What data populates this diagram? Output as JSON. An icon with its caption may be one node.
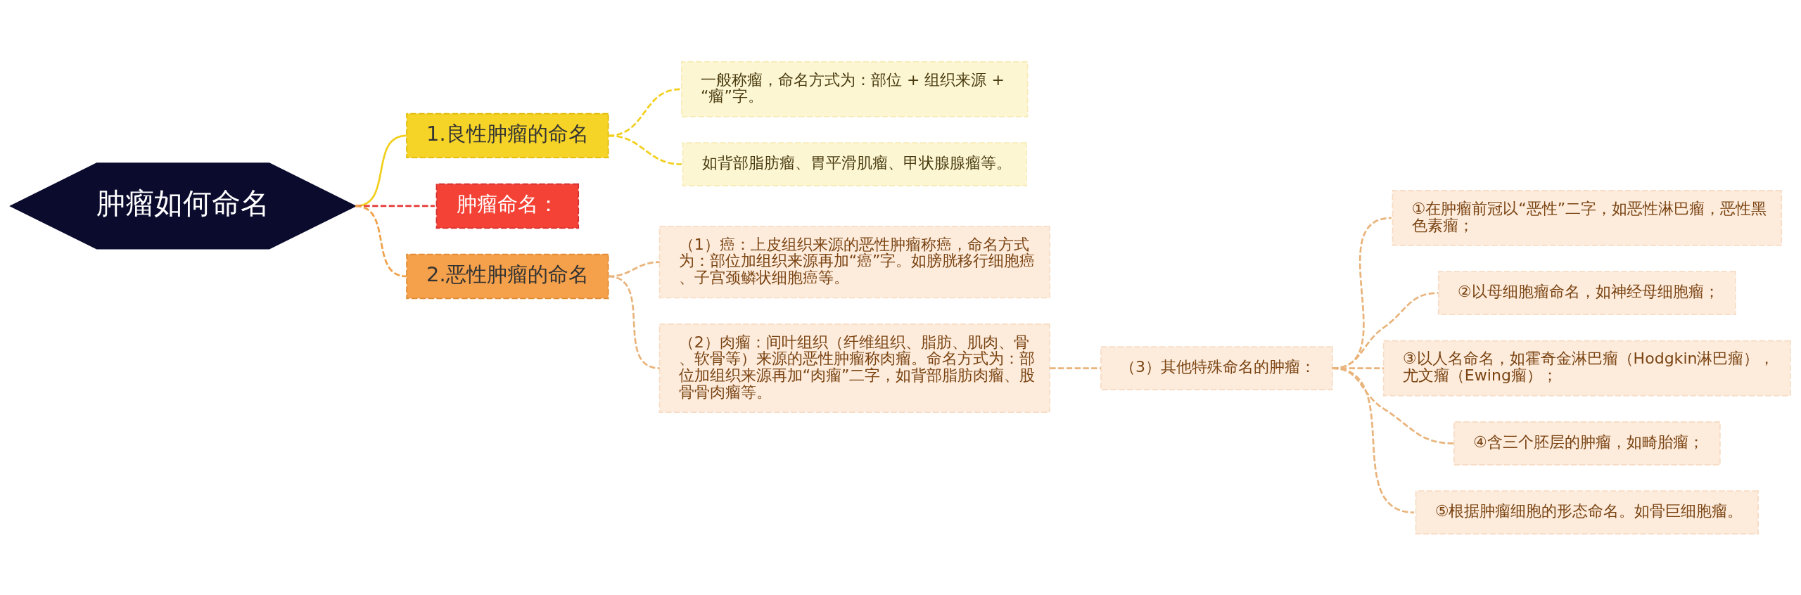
{
  "diagram": {
    "nodes": [
      {
        "text": [
          "肿瘤如何命名"
        ]
      },
      {
        "text": [
          "1.良性肿瘤的命名"
        ]
      },
      {
        "text": [
          "一般称瘤，命名方式为：部位 + 组织来源 + “瘤”字。"
        ]
      },
      {
        "text": [
          "如背部脂肪瘤、胃平滑肌瘤、甲状腺腺瘤等。"
        ]
      },
      {
        "text": [
          "肿瘤命名："
        ]
      },
      {
        "text": [
          "2.恶性肿瘤的命名"
        ]
      },
      {
        "text": [
          "（1）癌：上皮组织来源的恶性肿瘤称癌，命名方式为：部位加组织来源再加“癌”字。如膀胱移行细胞癌、子宫颈鳞状细胞癌等。"
        ]
      },
      {
        "text": [
          "（2）肉瘤：间叶组织（纤维组织、脂肪、肌肉、骨、软骨等）来源的恶性肿瘤称肉瘤。命名方式为：部位加组织来源再加“肉瘤”二字，如背部脂肪肉瘤、股骨骨肉瘤等。"
        ]
      },
      {
        "text": [
          "（3）其他特殊命名的肿瘤："
        ]
      },
      {
        "text": [
          "①在肿瘤前冠以“恶性”二字，如恶性淋巴瘤，恶性黑色素瘤；"
        ]
      },
      {
        "text": [
          "②以母细胞瘤命名，如神经母细胞瘤；"
        ]
      },
      {
        "text": [
          "③以人名命名，如霍奇金淋巴瘤（Hodgkin淋巴瘤），尤文瘤（Ewing瘤）；"
        ]
      },
      {
        "text": [
          "④含三个胚层的肿瘤，如畸胎瘤；"
        ]
      },
      {
        "text": [
          "⑤根据肿瘤细胞的形态命名。如骨巨细胞瘤。"
        ]
      }
    ],
    "edges": [
      {
        "from": 0,
        "to": 1,
        "arrow": "none",
        "color": "#f2cf1d"
      },
      {
        "from": 1,
        "to": 2,
        "arrow": "none",
        "style": "dashed",
        "color": "#f2cf1d"
      },
      {
        "from": 1,
        "to": 3,
        "arrow": "none",
        "style": "dashed",
        "color": "#f2cf1d"
      },
      {
        "from": 0,
        "to": 4,
        "arrow": "none",
        "style": "dashed",
        "color": "#e53935"
      },
      {
        "from": 0,
        "to": 5,
        "arrow": "none",
        "style": "dashed",
        "color": "#f0a04b"
      },
      {
        "from": 5,
        "to": 6,
        "arrow": "none",
        "style": "dashed"
      },
      {
        "from": 5,
        "to": 7,
        "arrow": "none",
        "style": "dashed"
      },
      {
        "from": 7,
        "to": 8,
        "arrow": "none",
        "style": "dashed"
      },
      {
        "from": 8,
        "to": 9,
        "arrow": "none",
        "style": "dashed"
      },
      {
        "from": 8,
        "to": 10,
        "arrow": "none",
        "style": "dashed"
      },
      {
        "from": 8,
        "to": 11,
        "arrow": "none",
        "style": "dashed"
      },
      {
        "from": 8,
        "to": 12,
        "arrow": "none",
        "style": "dashed"
      },
      {
        "from": 8,
        "to": 13,
        "arrow": "none",
        "style": "dashed"
      }
    ]
  }
}
